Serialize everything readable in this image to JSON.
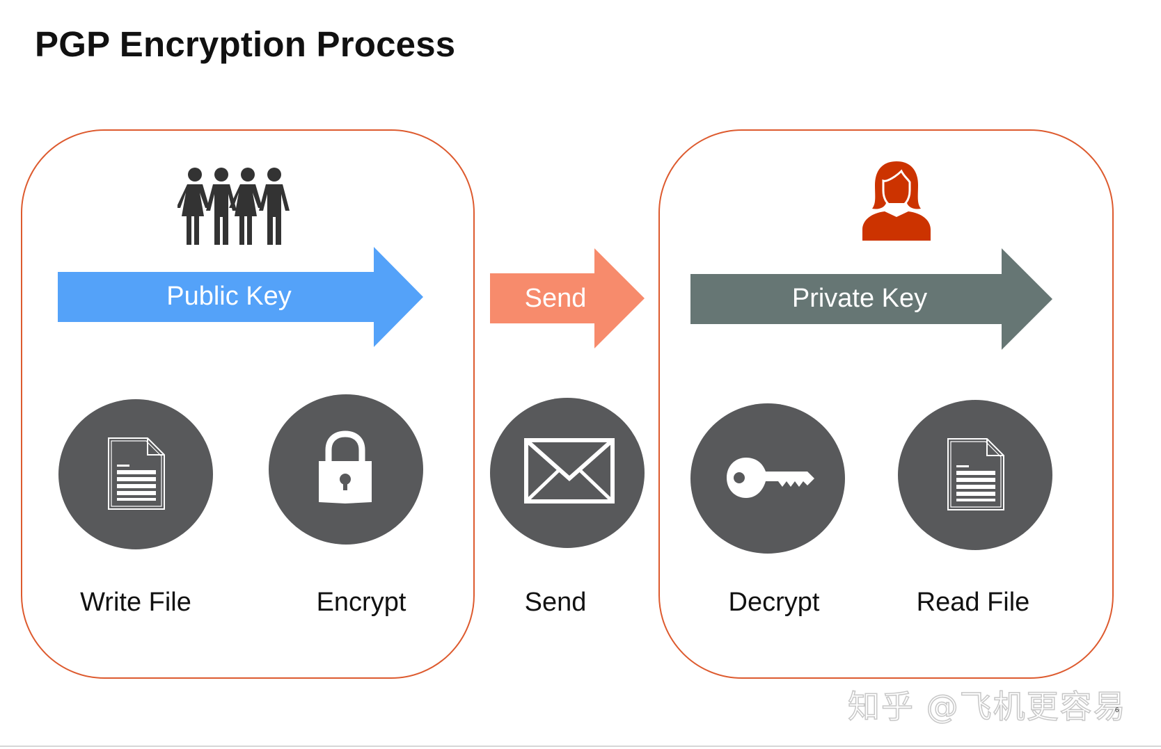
{
  "title": "PGP Encryption Process",
  "colors": {
    "panel_border": "#dd5a2e",
    "public_key_arrow": "#54a2f9",
    "send_arrow": "#f78b6c",
    "private_key_arrow": "#667674",
    "circle_fill": "#58595b",
    "person_icon": "#cc3300",
    "people_icon": "#333333"
  },
  "arrows": {
    "public_key": "Public Key",
    "send": "Send",
    "private_key": "Private Key"
  },
  "steps": [
    {
      "label": "Write File",
      "icon": "document-icon"
    },
    {
      "label": "Encrypt",
      "icon": "padlock-icon"
    },
    {
      "label": "Send",
      "icon": "envelope-icon"
    },
    {
      "label": "Decrypt",
      "icon": "key-icon"
    },
    {
      "label": "Read File",
      "icon": "document-icon"
    }
  ],
  "icons": {
    "sender_group": "people-group-icon",
    "recipient": "woman-user-icon"
  },
  "watermark": "知乎 @飞机更容易",
  "slide_number": "6"
}
